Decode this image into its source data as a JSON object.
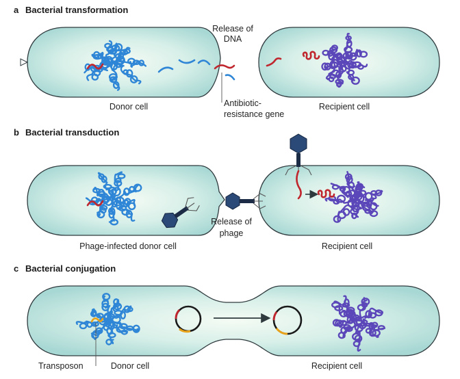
{
  "panels": [
    {
      "letter": "a",
      "title": "Bacterial transformation",
      "donor_label": "Donor cell",
      "recipient_label": "Recipient cell",
      "release_label": [
        "Release of",
        "DNA"
      ],
      "gene_label": [
        "Antibiotic-",
        "resistance gene"
      ]
    },
    {
      "letter": "b",
      "title": "Bacterial transduction",
      "donor_label": "Phage-infected donor cell",
      "recipient_label": "Recipient cell",
      "release_label": [
        "Release of",
        "phage"
      ]
    },
    {
      "letter": "c",
      "title": "Bacterial conjugation",
      "donor_label": "Donor cell",
      "recipient_label": "Recipient cell",
      "transposon_label": "Transposon"
    }
  ],
  "colors": {
    "cell_fill_edge": "#a8d8d4",
    "cell_fill_center": "#f4fbf4",
    "donor_dna": "#2f86d6",
    "recipient_dna": "#5b47b9",
    "resistance_gene": "#c0262d",
    "transposon": "#e8a21a",
    "phage": "#2c4a78"
  }
}
